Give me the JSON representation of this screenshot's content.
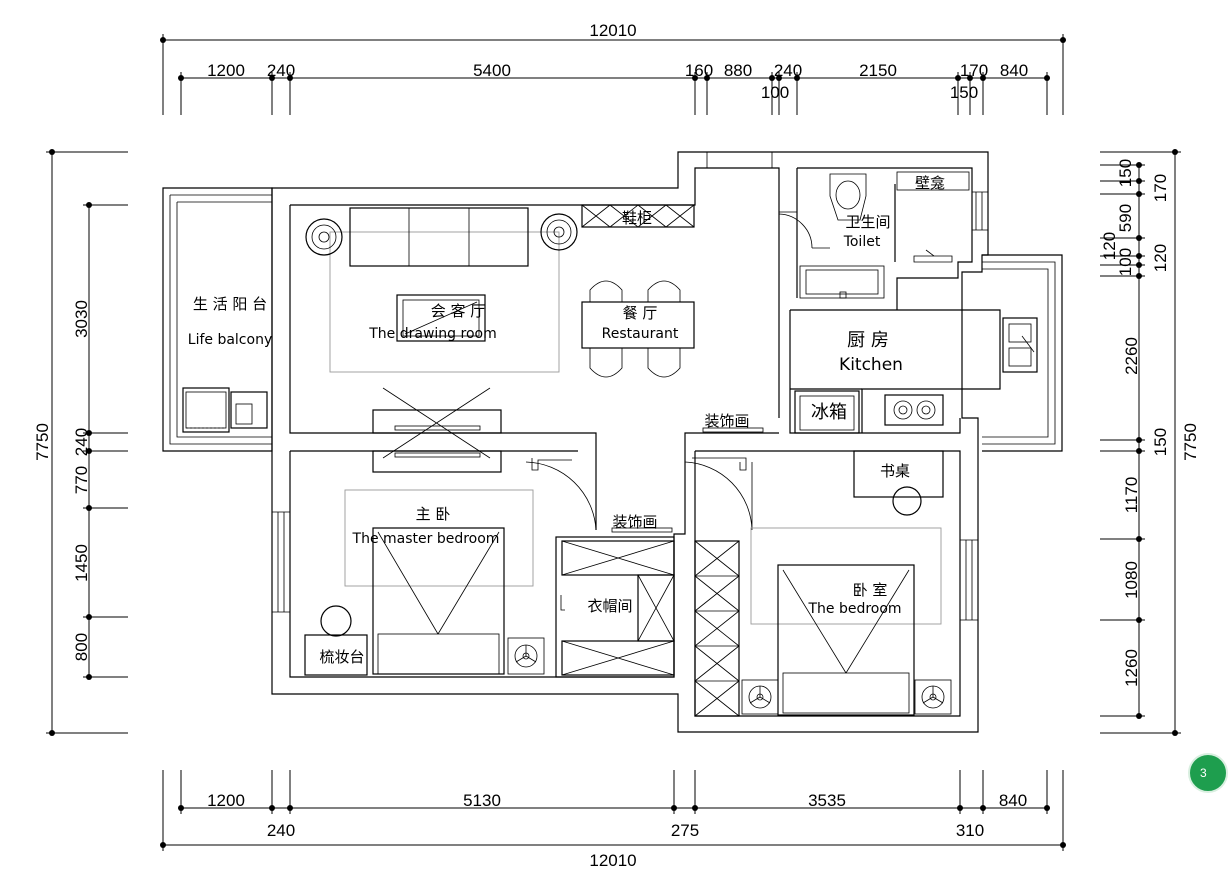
{
  "dimensions": {
    "top_total": "12010",
    "top": [
      "1200",
      "240",
      "5400",
      "160",
      "880",
      "240",
      "2150",
      "170",
      "840"
    ],
    "top_lower": [
      "100",
      "150"
    ],
    "bottom": [
      "1200",
      "5130",
      "3535",
      "840"
    ],
    "bottom_lower": [
      "240",
      "275",
      "310"
    ],
    "bottom_total": "12010",
    "left": [
      "3030",
      "240",
      "770",
      "1450",
      "800"
    ],
    "left_total": "7750",
    "right": [
      "150",
      "170",
      "590",
      "120",
      "100",
      "120",
      "2260",
      "150",
      "1170",
      "1080",
      "1260"
    ],
    "right_total": "7750"
  },
  "rooms": {
    "balcony": {
      "cn": "生 活 阳 台",
      "en": "Life balcony"
    },
    "living": {
      "cn": "会 客 厅",
      "en": "The drawing room"
    },
    "dining": {
      "cn": "餐 厅",
      "en": "Restaurant"
    },
    "toilet": {
      "cn": "卫生间",
      "en": "Toilet"
    },
    "kitchen": {
      "cn": "厨 房",
      "en": "Kitchen"
    },
    "master": {
      "cn": "主 卧",
      "en": "The master bedroom"
    },
    "bedroom": {
      "cn": "卧 室",
      "en": "The bedroom"
    }
  },
  "fixtures": {
    "shoe_cabinet": "鞋柜",
    "niche": "壁龛",
    "fridge": "冰箱",
    "deco_painting_1": "装饰画",
    "deco_painting_2": "装饰画",
    "desk": "书桌",
    "cloakroom": "衣帽间",
    "dresser": "梳妆台"
  },
  "badge": {
    "text": "3"
  }
}
